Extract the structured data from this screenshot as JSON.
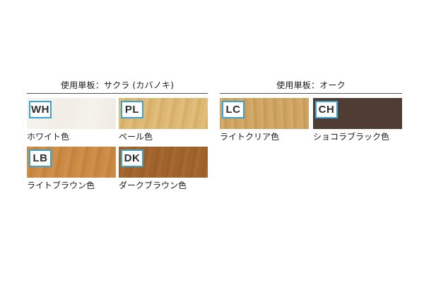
{
  "groups": [
    {
      "title": "使用単板：サクラ (カバノキ)",
      "swatches": [
        {
          "code": "WH",
          "label": "ホワイト色",
          "color": "#f4f1ea"
        },
        {
          "code": "PL",
          "label": "ペール色",
          "color": "#dcb673"
        },
        {
          "code": "LB",
          "label": "ライトブラウン色",
          "color": "#c98a42"
        },
        {
          "code": "DK",
          "label": "ダークブラウン色",
          "color": "#a0632b"
        }
      ]
    },
    {
      "title": "使用単板：オーク",
      "swatches": [
        {
          "code": "LC",
          "label": "ライトクリア色",
          "color": "#cfa462"
        },
        {
          "code": "CH",
          "label": "ショコラブラック色",
          "color": "#4f3d33"
        }
      ]
    }
  ],
  "colors": {
    "code_border": "#3aa3cf",
    "rule": "#555555"
  }
}
